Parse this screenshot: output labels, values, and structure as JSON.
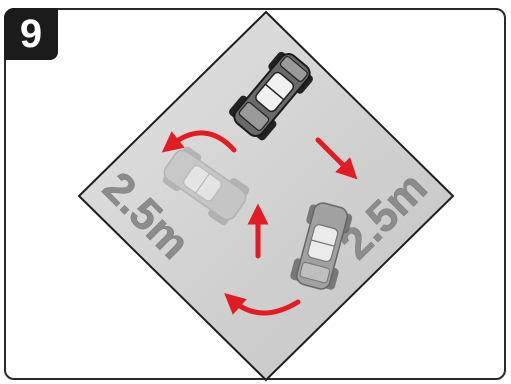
{
  "step": {
    "number": "9"
  },
  "diagram": {
    "dimension_left": "2.5m",
    "dimension_right": "2.5m",
    "colors": {
      "square_fill": "#cfcfcf",
      "square_border": "#1f1f1f",
      "arrow": "#e31b23",
      "dimension_text": "#8c8c8c"
    },
    "icons": [
      "rc-car-icon",
      "curved-arrow-icon",
      "straight-arrow-icon"
    ]
  }
}
